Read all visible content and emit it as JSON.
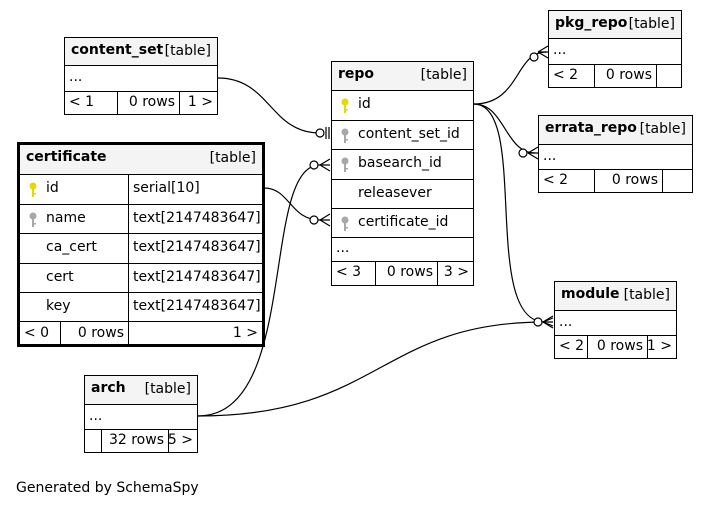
{
  "tables": {
    "content_set": {
      "name": "content_set",
      "kind": "[table]",
      "ellipsis": "...",
      "footer": [
        "< 1",
        "0 rows",
        "1 >"
      ]
    },
    "repo": {
      "name": "repo",
      "kind": "[table]",
      "columns": [
        "id",
        "content_set_id",
        "basearch_id",
        "releasever",
        "certificate_id"
      ],
      "ellipsis": "...",
      "footer": [
        "< 3",
        "0 rows",
        "3 >"
      ]
    },
    "pkg_repo": {
      "name": "pkg_repo",
      "kind": "[table]",
      "ellipsis": "...",
      "footer": [
        "< 2",
        "0 rows",
        ""
      ]
    },
    "errata_repo": {
      "name": "errata_repo",
      "kind": "[table]",
      "ellipsis": "...",
      "footer": [
        "< 2",
        "0 rows",
        ""
      ]
    },
    "certificate": {
      "name": "certificate",
      "kind": "[table]",
      "columns": [
        {
          "name": "id",
          "type": "serial[10]"
        },
        {
          "name": "name",
          "type": "text[2147483647]"
        },
        {
          "name": "ca_cert",
          "type": "text[2147483647]"
        },
        {
          "name": "cert",
          "type": "text[2147483647]"
        },
        {
          "name": "key",
          "type": "text[2147483647]"
        }
      ],
      "footer": [
        "< 0",
        "0 rows",
        "1 >"
      ]
    },
    "module": {
      "name": "module",
      "kind": "[table]",
      "ellipsis": "...",
      "footer": [
        "< 2",
        "0 rows",
        "1 >"
      ]
    },
    "arch": {
      "name": "arch",
      "kind": "[table]",
      "ellipsis": "...",
      "footer": [
        "",
        "32 rows",
        "5 >"
      ]
    }
  },
  "colors": {
    "primary_key": "#e8d800",
    "foreign_key": "#a8a8a8",
    "header_bg": "#f4f4f4"
  },
  "generated_by": "Generated by SchemaSpy"
}
